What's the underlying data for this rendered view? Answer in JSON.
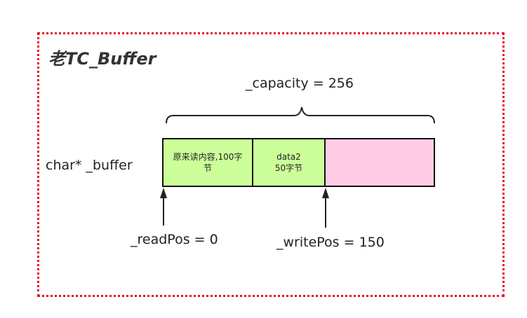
{
  "title": "老TC_Buffer",
  "capacity_label": "_capacity = 256",
  "buffer_label": "char* _buffer",
  "cells": [
    {
      "line1": "原来读内容,100字",
      "line2": "节"
    },
    {
      "line1": "data2",
      "line2": "50字节"
    },
    {
      "line1": "",
      "line2": ""
    }
  ],
  "read_pos_label": "_readPos = 0",
  "write_pos_label": "_writePos = 150",
  "colors": {
    "frame": "#e8102a",
    "used_cell": "#ccff99",
    "free_cell": "#ffcce6"
  }
}
